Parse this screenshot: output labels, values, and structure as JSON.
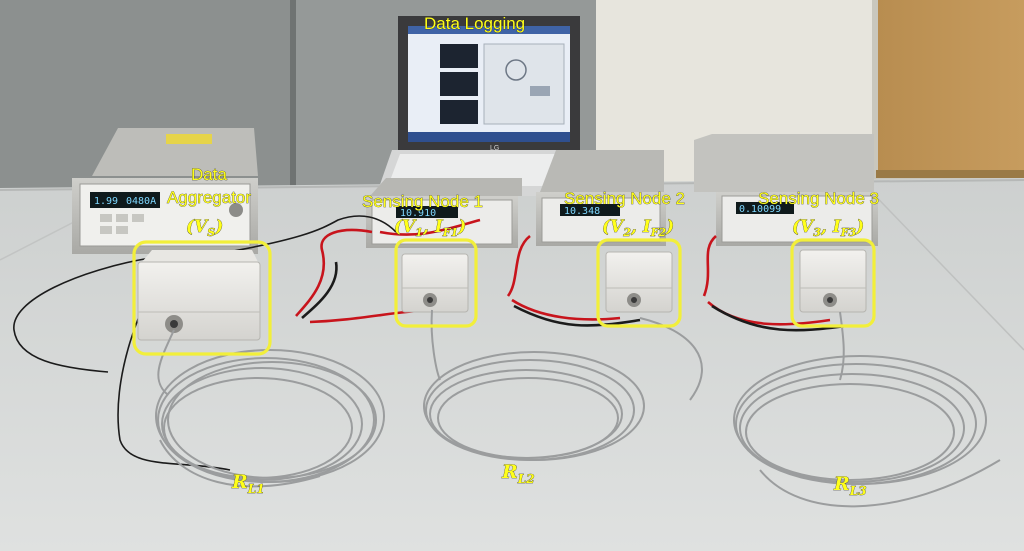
{
  "labels": {
    "data_logging": "Data Logging",
    "aggregator_line1": "Data",
    "aggregator_line2": "Aggregator",
    "aggregator_var": "(V",
    "aggregator_sub": "S",
    "node1": "Sensing Node 1",
    "node2": "Sensing Node 2",
    "node3": "Sensing Node 3",
    "node1_var": "(V",
    "node1_vsub": "1",
    "node1_mid": ", I",
    "node1_isub": "F1",
    "node2_var": "(V",
    "node2_vsub": "2",
    "node2_mid": ", I",
    "node2_isub": "F2",
    "node3_var": "(V",
    "node3_vsub": "3",
    "node3_mid": ", I",
    "node3_isub": "F3",
    "close_paren": ")",
    "r_main": "R",
    "rl1_sub": "L1",
    "rl2_sub": "L2",
    "rl3_sub": "L3"
  },
  "displays": {
    "aggregator_a": "1.99",
    "aggregator_b": "0480A",
    "node1": "10.910",
    "node2": "10.348",
    "node3": "0.10099"
  },
  "laptop_brand": "LG",
  "colors": {
    "annotation": "#ffff1a",
    "highlight_box": "#f2ef3a",
    "test_lead_red": "#c8141c"
  }
}
